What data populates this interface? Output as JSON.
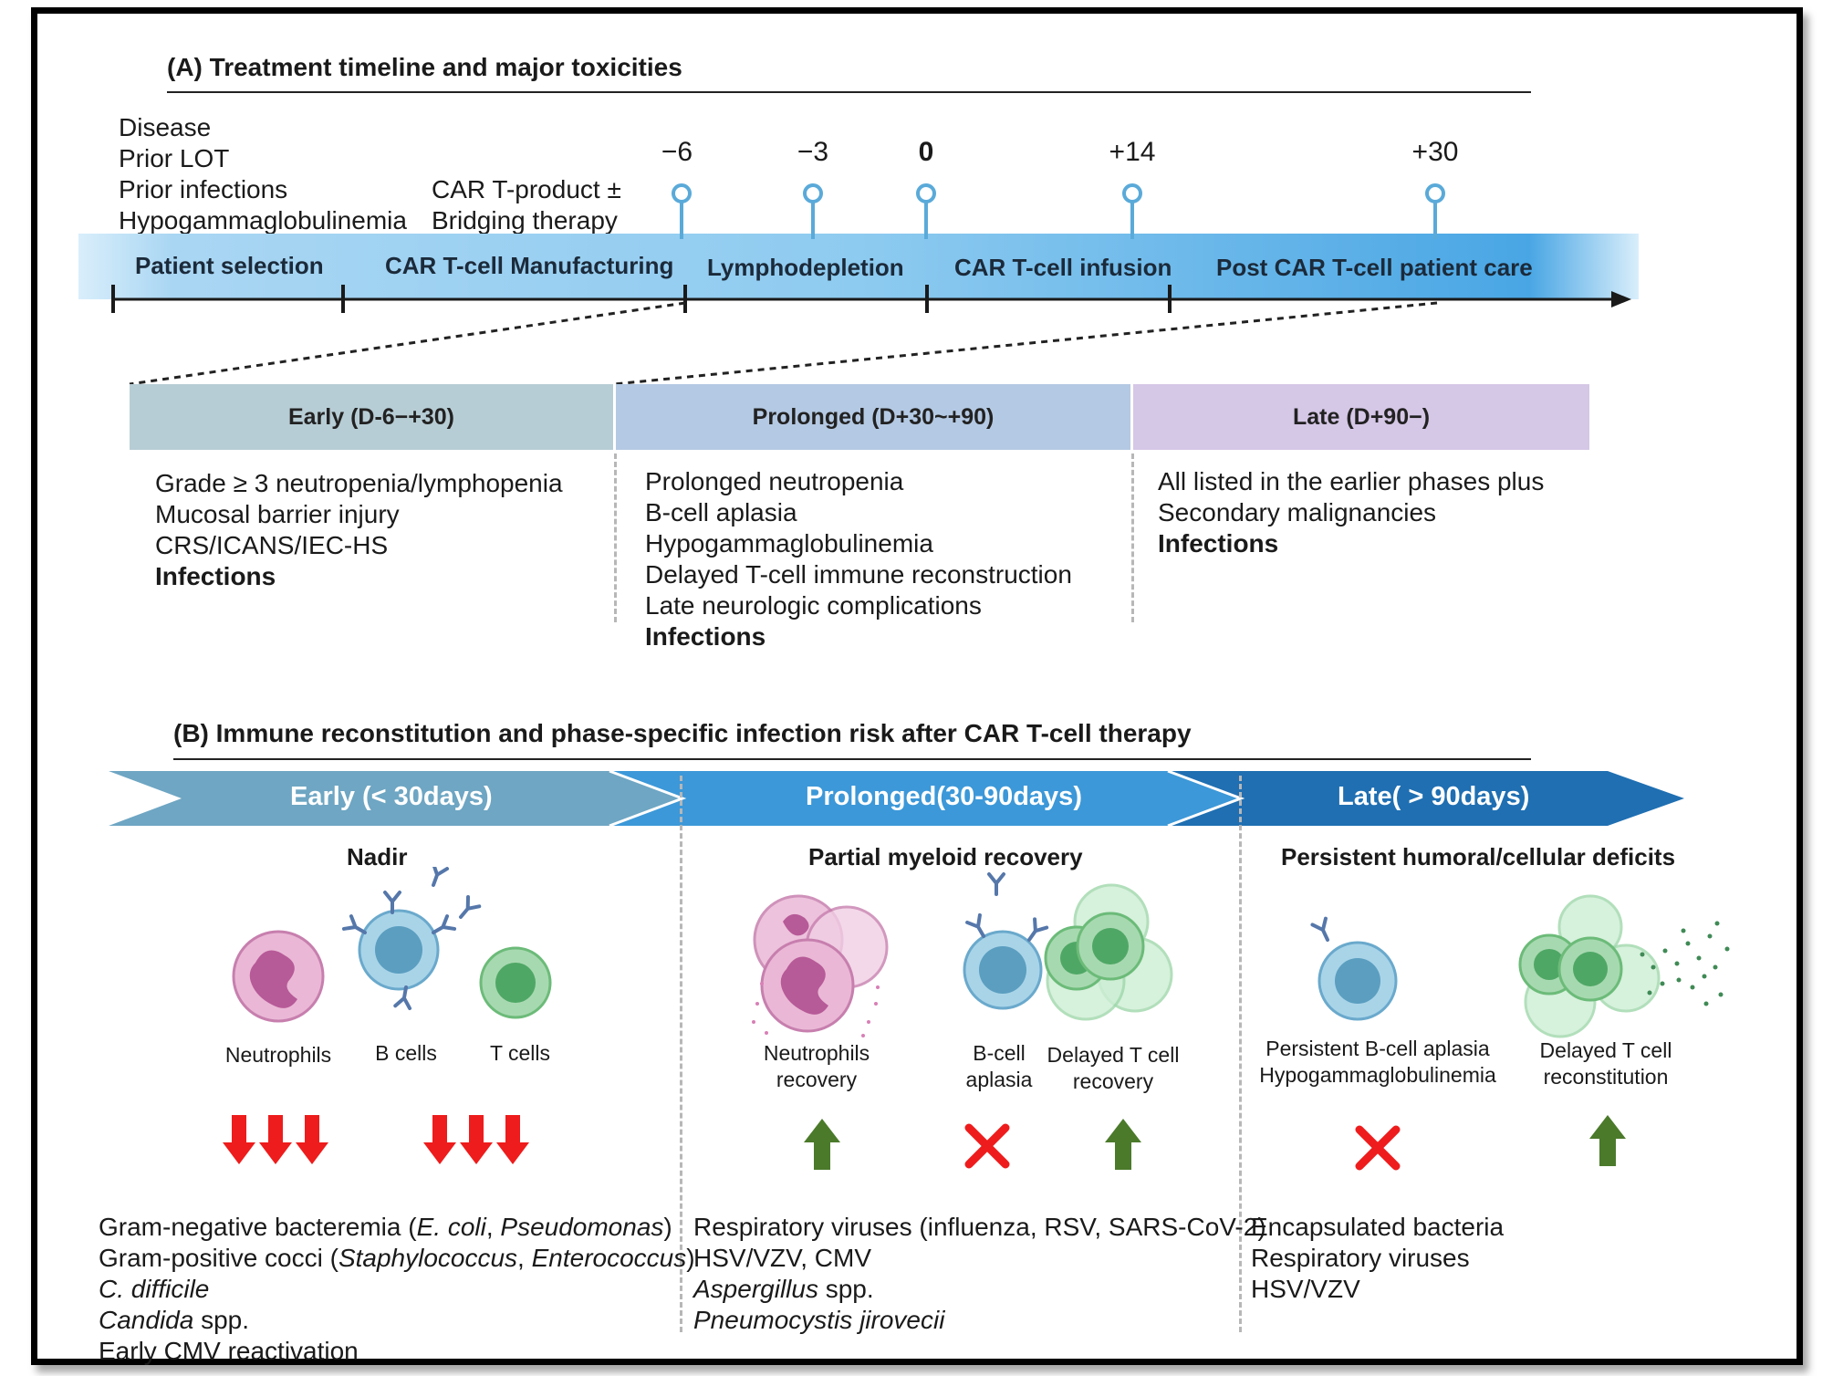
{
  "panel_a": {
    "title": "(A) Treatment timeline and major toxicities",
    "selection_criteria": [
      "Disease",
      "Prior LOT",
      "Prior infections",
      "Hypogammaglobulinemia"
    ],
    "manufacturing_note": [
      "CAR T-product ±",
      "Bridging therapy"
    ],
    "ticks": [
      "−6",
      "−3",
      "0",
      "+14",
      "+30"
    ],
    "phases": [
      "Patient selection",
      "CAR T-cell Manufacturing",
      "Lymphodepletion",
      "CAR T-cell infusion",
      "Post CAR T-cell patient care"
    ],
    "boxes": {
      "early": {
        "header": "Early (D-6−+30)",
        "items": [
          "Grade ≥ 3 neutropenia/lymphopenia",
          "Mucosal barrier injury",
          "CRS/ICANS/IEC-HS",
          "Infections"
        ]
      },
      "prolonged": {
        "header": "Prolonged (D+30~+90)",
        "items": [
          "Prolonged neutropenia",
          "B-cell aplasia",
          "Hypogammaglobulinemia",
          "Delayed T-cell immune reconstruction",
          "Late neurologic complications",
          "Infections"
        ]
      },
      "late": {
        "header": "Late (D+90−)",
        "items": [
          "All listed in the earlier phases plus",
          "Secondary malignancies",
          "Infections"
        ]
      }
    }
  },
  "panel_b": {
    "title": "(B) Immune reconstitution and phase-specific infection risk after CAR T-cell therapy",
    "arrows": [
      "Early (< 30days)",
      "Prolonged(30-90days)",
      "Late( > 90days)"
    ],
    "early": {
      "subtitle": "Nadir",
      "cells": [
        "Neutrophils",
        "B cells",
        "T cells"
      ],
      "infections": [
        "Gram-negative bacteremia (",
        "E. coli",
        ", ",
        "Pseudomonas",
        ")",
        "Gram-positive cocci (",
        "Staphylococcus",
        ", ",
        "Enterococcus",
        ")",
        "C. difficile",
        "Candida",
        " spp.",
        "Early CMV reactivation"
      ]
    },
    "prolonged": {
      "subtitle": "Partial myeloid recovery",
      "cells": [
        "Neutrophils",
        "recovery",
        "B-cell",
        "aplasia",
        "Delayed T cell",
        "recovery"
      ],
      "infections": [
        "Respiratory viruses (influenza, RSV, SARS-CoV-2)",
        "HSV/VZV, CMV",
        "Aspergillus",
        " spp.",
        "Pneumocystis jirovecii"
      ]
    },
    "late": {
      "subtitle": "Persistent humoral/cellular deficits",
      "cells": [
        "Persistent B-cell aplasia",
        "Hypogammaglobulinemia",
        "Delayed T cell",
        "reconstitution"
      ],
      "infections": [
        "Encapsulated bacteria",
        "Respiratory viruses",
        "HSV/VZV"
      ]
    }
  },
  "colors": {
    "timeline_blue": "#5fb0e6",
    "early_box": "#b7cdd5",
    "prolonged_box": "#b4c9e3",
    "late_box": "#d5c7e6",
    "arrow_early": "#6ea6c3",
    "arrow_prolonged": "#3c98d8",
    "arrow_late": "#1f6fb2",
    "down_arrow": "#ee1c1c",
    "up_arrow": "#4b7a2a"
  }
}
